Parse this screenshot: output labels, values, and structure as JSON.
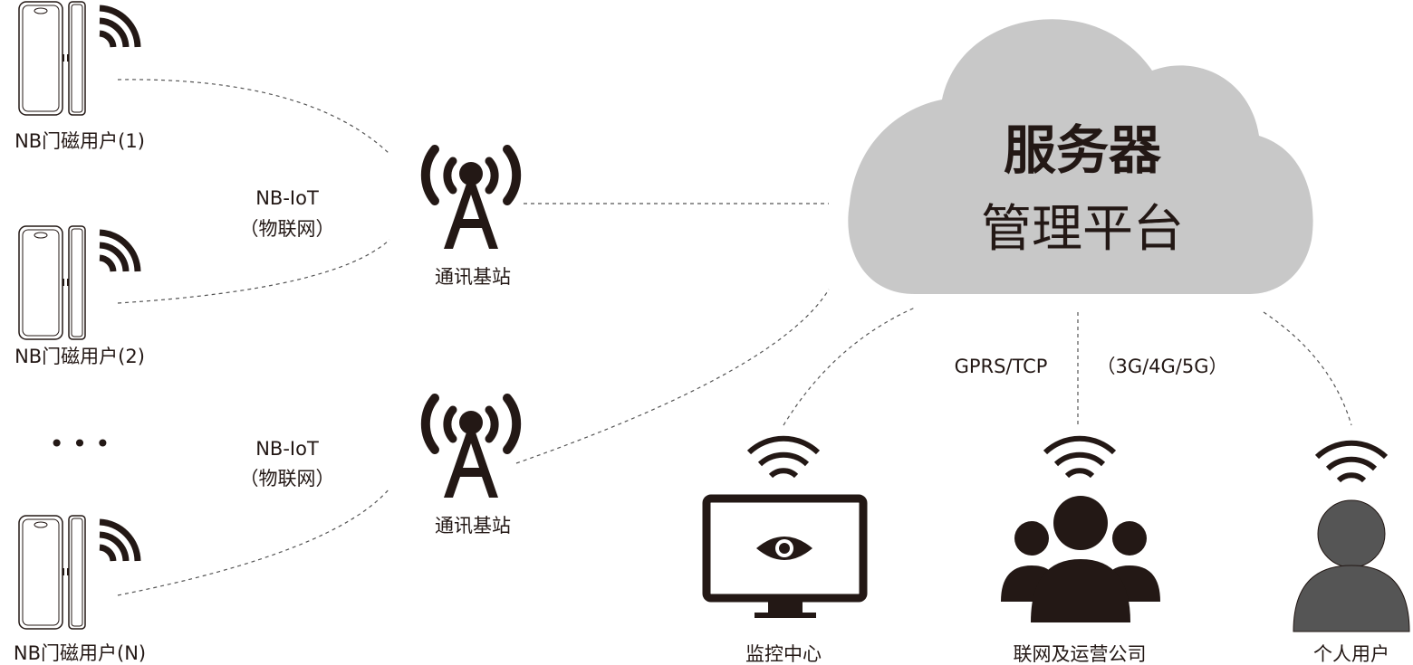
{
  "colors": {
    "ink": "#231815",
    "cloud": "#c8c8c8",
    "personal_user": "#555555"
  },
  "devices": [
    {
      "label": "NB门磁用户(1)",
      "icon": "door-sensor-icon"
    },
    {
      "label": "NB门磁用户(2)",
      "icon": "door-sensor-icon"
    },
    {
      "label": "NB门磁用户(N)",
      "icon": "door-sensor-icon"
    }
  ],
  "ellipsis": "• • •",
  "links": [
    {
      "line1": "NB-IoT",
      "line2": "（物联网）"
    },
    {
      "line1": "NB-IoT",
      "line2": "（物联网）"
    }
  ],
  "stations": [
    {
      "label": "通讯基站",
      "icon": "cell-tower-icon"
    },
    {
      "label": "通讯基站",
      "icon": "cell-tower-icon"
    }
  ],
  "cloud": {
    "line1": "服务器",
    "line2": "管理平台",
    "icon": "cloud-icon"
  },
  "protocols": {
    "left": "GPRS/TCP",
    "right": "（3G/4G/5G）"
  },
  "clients": [
    {
      "label": "监控中心",
      "icon": "monitor-eye-icon"
    },
    {
      "label": "联网及运营公司",
      "icon": "group-icon"
    },
    {
      "label": "个人用户",
      "icon": "person-icon"
    }
  ]
}
